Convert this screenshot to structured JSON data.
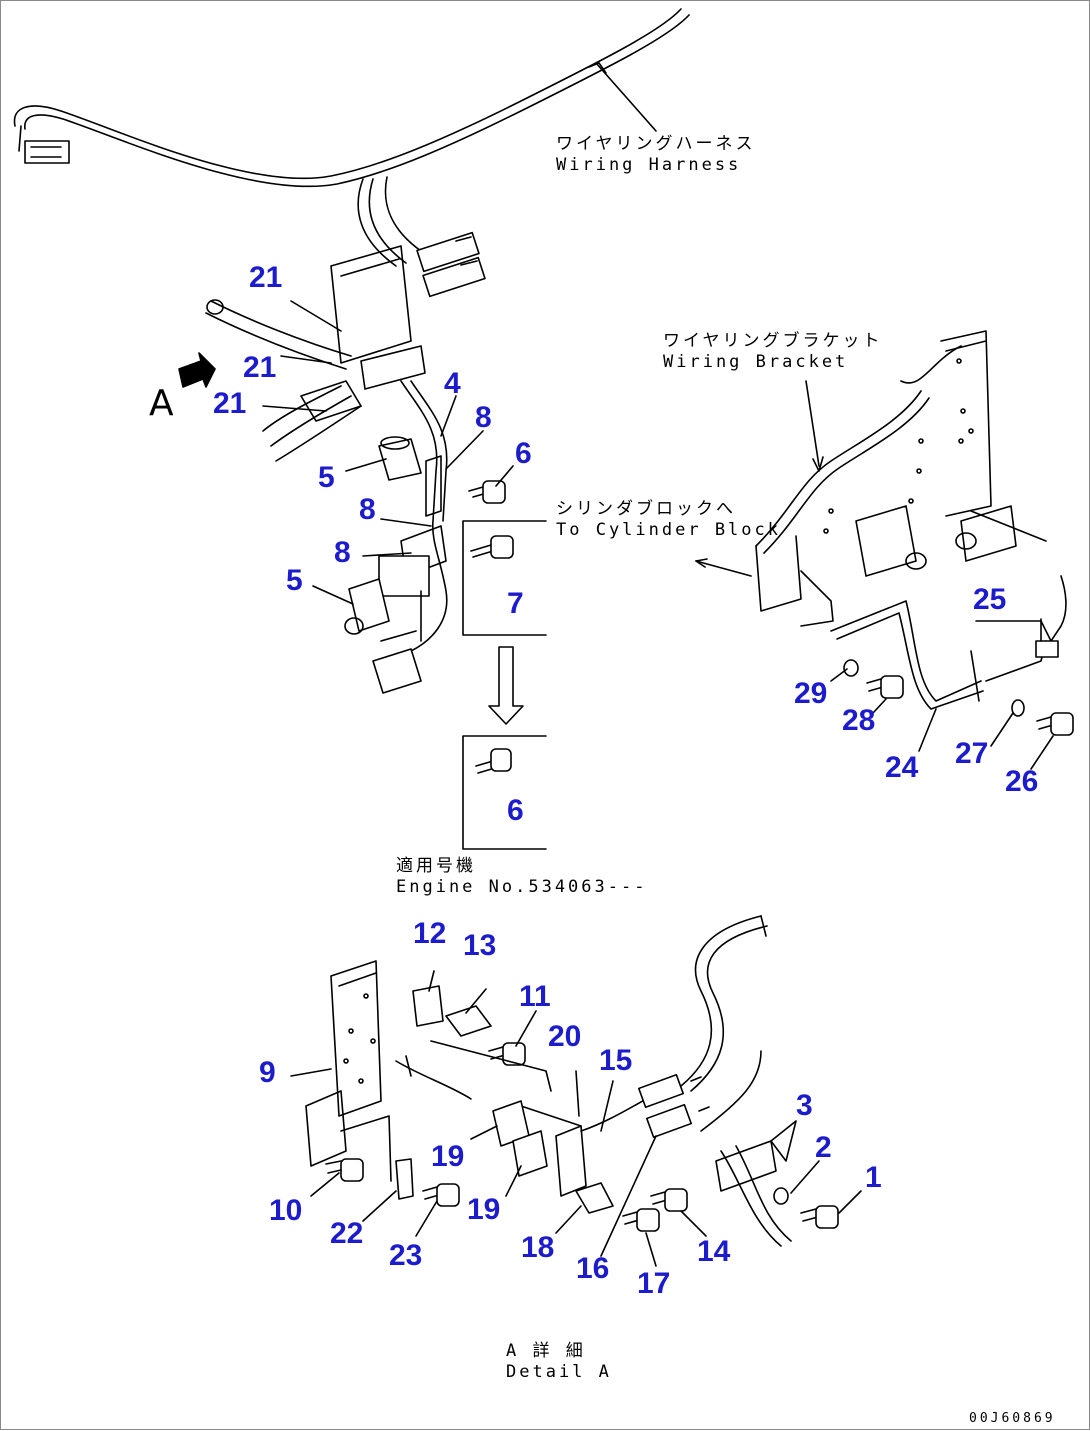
{
  "labels": {
    "wiring_harness_jp": "ワイヤリングハーネス",
    "wiring_harness_en": "Wiring Harness",
    "wiring_bracket_jp": "ワイヤリングブラケット",
    "wiring_bracket_en": "Wiring Bracket",
    "to_cylinder_block_jp": "シリンダブロックへ",
    "to_cylinder_block_en": "To Cylinder Block",
    "applicable_jp": "適用号機",
    "engine_no": "Engine No.534063---",
    "detail_jp": "A 詳 細",
    "detail_en": "Detail A",
    "view_letter": "A",
    "drawing_code": "00J60869"
  },
  "callouts": [
    "21",
    "21",
    "21",
    "4",
    "8",
    "6",
    "5",
    "8",
    "8",
    "5",
    "7",
    "6",
    "25",
    "29",
    "28",
    "24",
    "27",
    "26",
    "12",
    "13",
    "11",
    "20",
    "15",
    "9",
    "3",
    "2",
    "19",
    "1",
    "10",
    "19",
    "22",
    "23",
    "18",
    "16",
    "17",
    "14"
  ]
}
